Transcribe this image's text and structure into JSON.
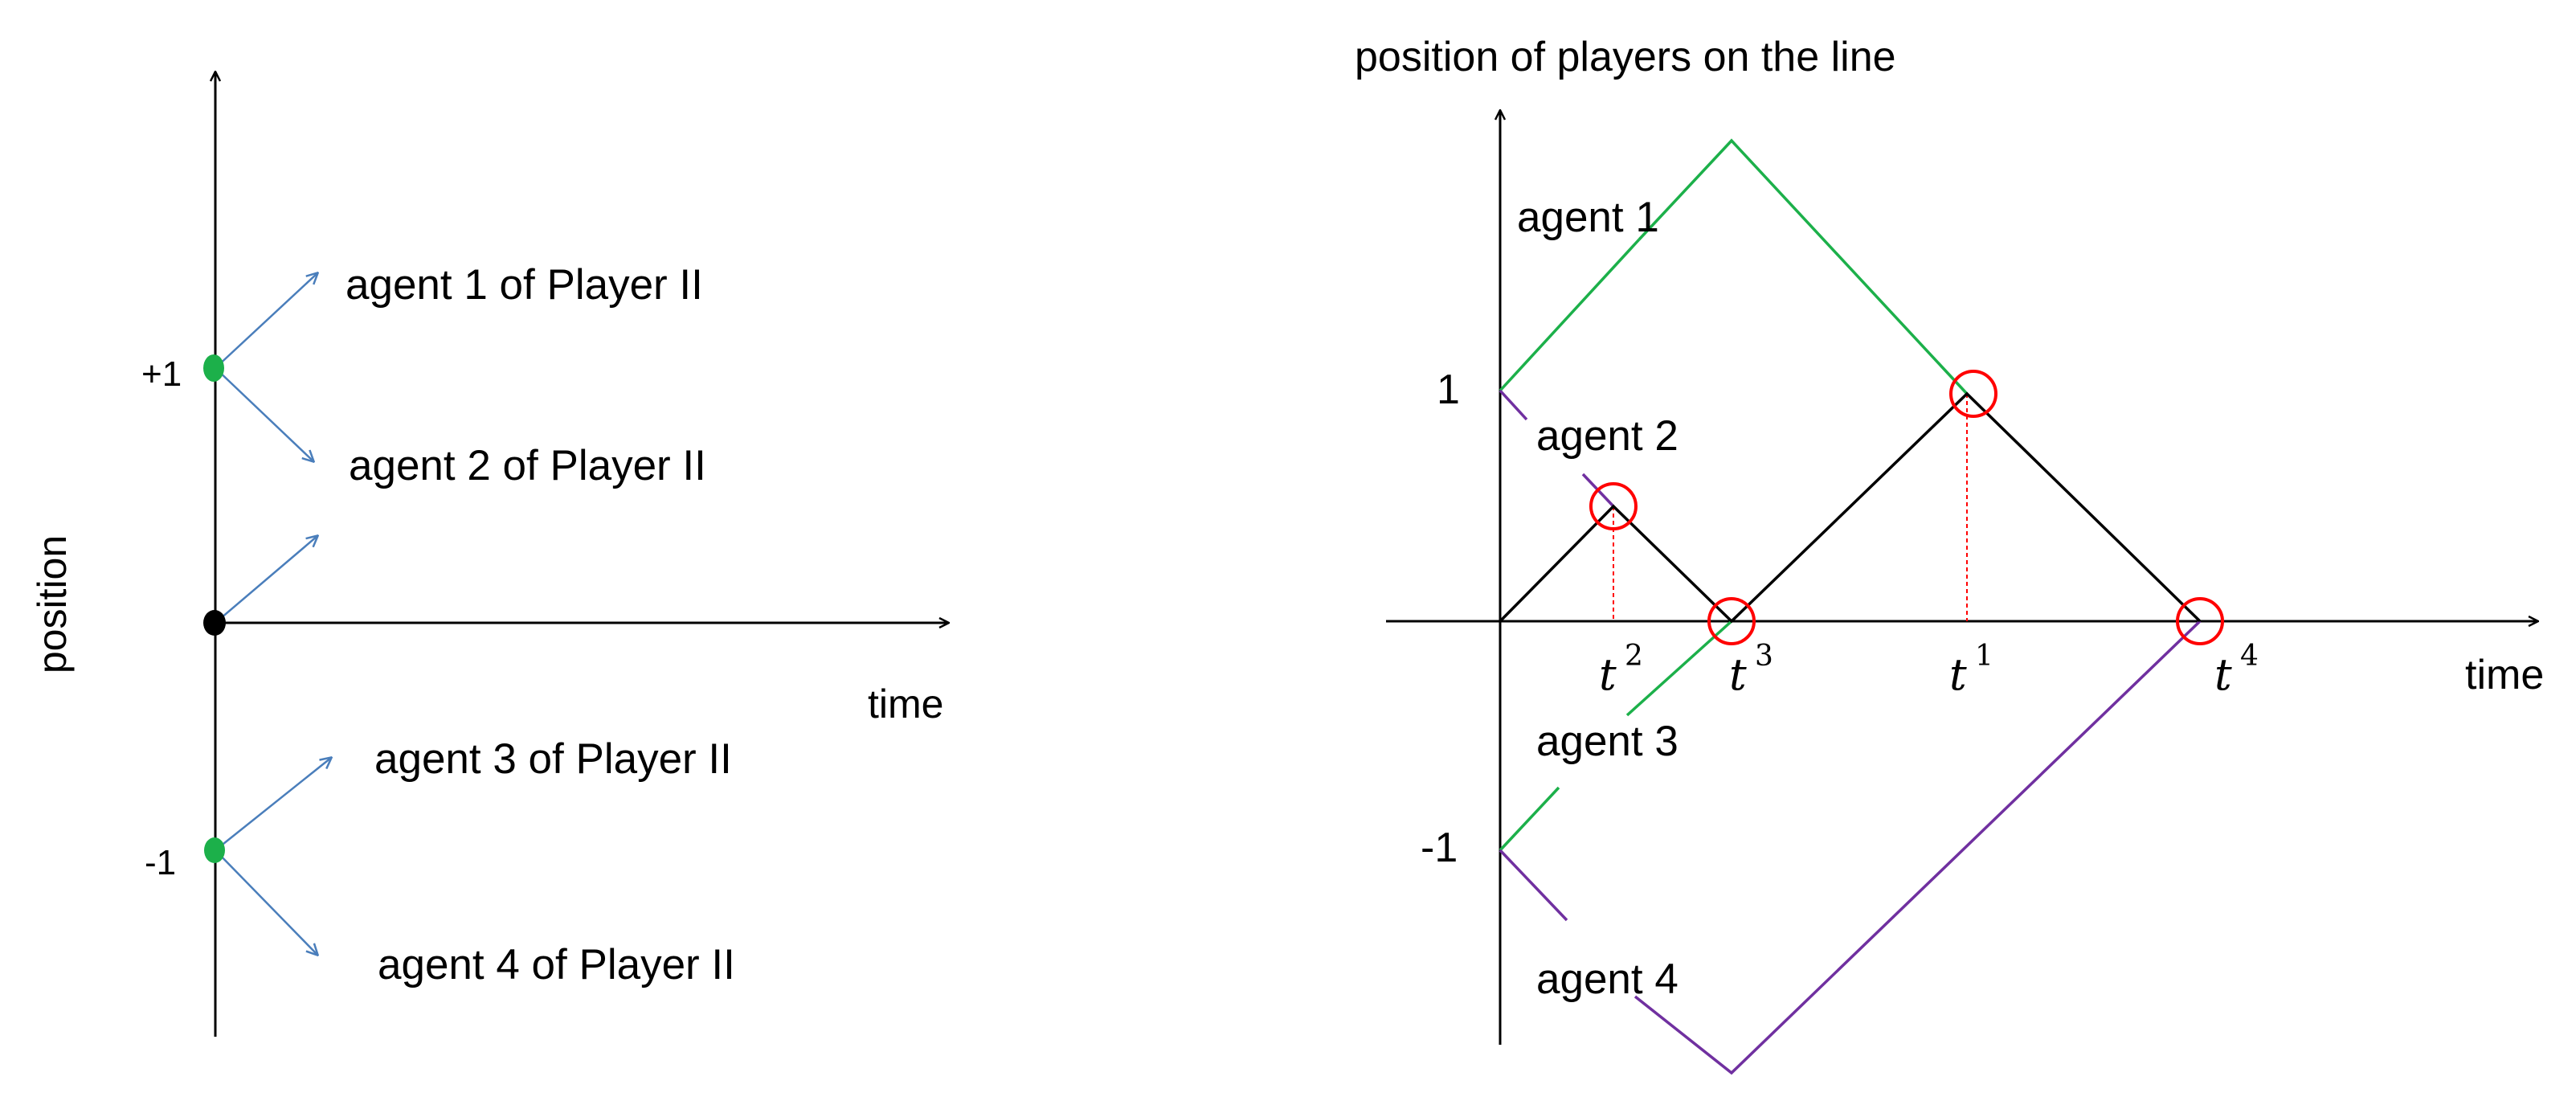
{
  "left_panel": {
    "y_axis_label": "position",
    "x_axis_label": "time",
    "tick_plus_one": "+1",
    "tick_minus_one": "-1",
    "agents": [
      {
        "label": "agent 1 of Player II"
      },
      {
        "label": "agent 2 of Player II"
      },
      {
        "label": "agent 3 of Player II"
      },
      {
        "label": "agent 4 of Player II"
      }
    ]
  },
  "right_panel": {
    "y_axis_label": "position of players on the line",
    "x_axis_label": "time",
    "tick_one": "1",
    "tick_minus_one": "-1",
    "agent_labels": [
      "agent 1",
      "agent 2",
      "agent 3",
      "agent 4"
    ],
    "time_marks": [
      {
        "base": "t",
        "sup": "2"
      },
      {
        "base": "t",
        "sup": "3"
      },
      {
        "base": "t",
        "sup": "1"
      },
      {
        "base": "t",
        "sup": "4"
      }
    ]
  },
  "colors": {
    "axis": "#000000",
    "arrow_blue": "#4a7ebb",
    "dot_green": "#1cb04a",
    "path_green": "#1cb04a",
    "path_purple": "#7030a0",
    "path_black": "#000000",
    "circle_red": "#ff0000",
    "dashed_red": "#ff0000"
  }
}
